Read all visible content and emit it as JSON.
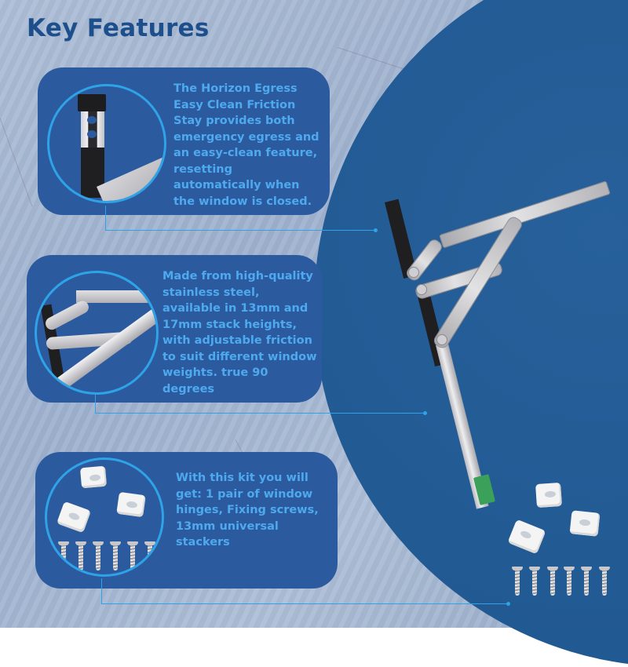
{
  "page": {
    "title": "Key Features"
  },
  "features": [
    {
      "id": "egress",
      "text": "The Horizon Egress Easy Clean Friction Stay provides both emergency egress and an easy-clean feature, resetting automatically when the window is closed.",
      "thumbnail": "stay-top-closeup"
    },
    {
      "id": "material",
      "text": "Made from high-quality stainless steel, available in 13mm and 17mm stack heights, with adjustable friction to suit different window weights. true 90 degrees",
      "thumbnail": "stay-arms-closeup"
    },
    {
      "id": "kit",
      "text": "With this kit you will get: 1 pair of window hinges, Fixing screws, 13mm universal stackers",
      "thumbnail": "stackers-and-screws"
    }
  ],
  "colors": {
    "title": "#1d4f8c",
    "panel": "#2b5b9e",
    "panel_text": "#4ea9ee",
    "accent_line": "#2ea3e8",
    "circle": "#225a94"
  },
  "kit_contents": {
    "stackers": 3,
    "screws": 6
  }
}
